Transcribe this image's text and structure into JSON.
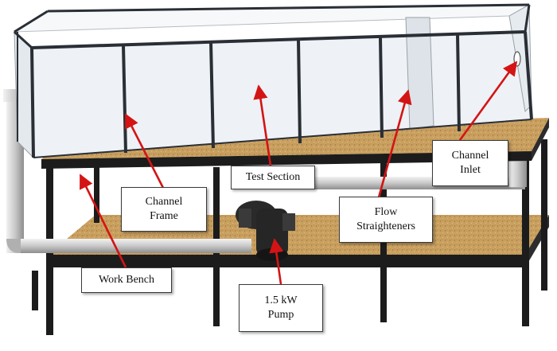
{
  "figure": {
    "labels": {
      "channel_frame": [
        "Channel",
        "Frame"
      ],
      "test_section": [
        "Test Section"
      ],
      "channel_inlet": [
        "Channel",
        "Inlet"
      ],
      "flow_straighteners": [
        "Flow",
        "Straighteners"
      ],
      "work_bench": [
        "Work Bench"
      ],
      "pump": [
        "1.5 kW",
        "Pump"
      ]
    },
    "colors": {
      "arrow": "#d41414",
      "wood": "#c9a060",
      "steel": "#1c1c1c",
      "pipe": "#c4c4c4",
      "glass": "#eef2f6"
    }
  }
}
